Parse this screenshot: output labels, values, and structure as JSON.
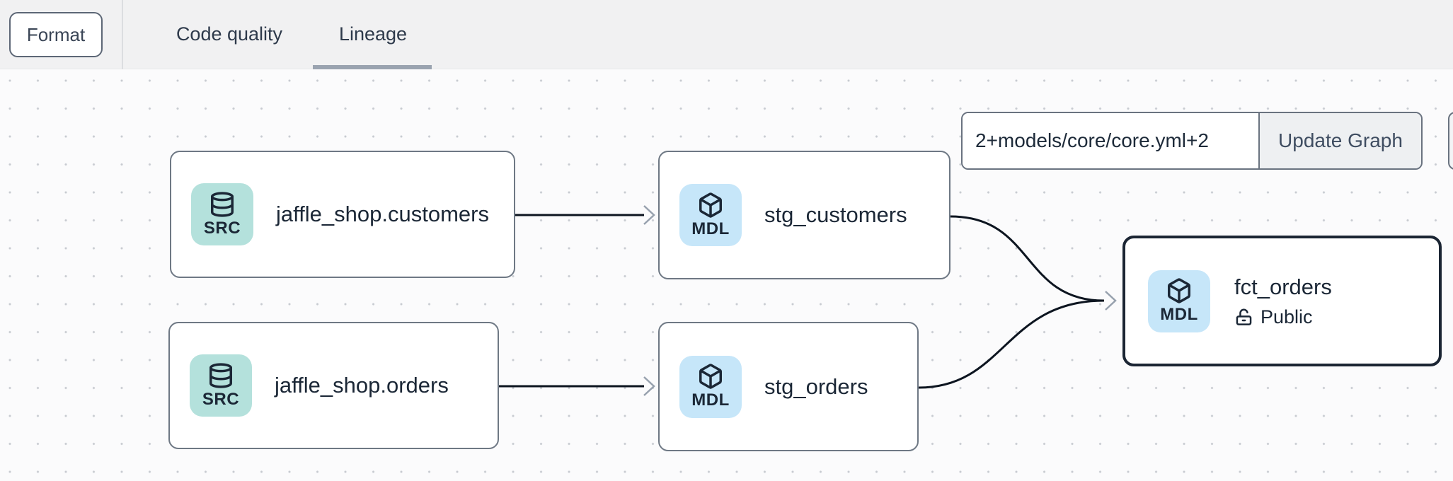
{
  "header": {
    "format_label": "Format",
    "tabs": [
      {
        "label": "Code quality",
        "active": false
      },
      {
        "label": "Lineage",
        "active": true
      }
    ]
  },
  "toolbar": {
    "selector_value": "2+models/core/core.yml+2",
    "update_button_label": "Update Graph"
  },
  "graph": {
    "nodes": [
      {
        "id": "source-customers",
        "type": "SRC",
        "label": "jaffle_shop.customers"
      },
      {
        "id": "source-orders",
        "type": "SRC",
        "label": "jaffle_shop.orders"
      },
      {
        "id": "stg-customers",
        "type": "MDL",
        "label": "stg_customers"
      },
      {
        "id": "stg-orders",
        "type": "MDL",
        "label": "stg_orders"
      },
      {
        "id": "fct-orders",
        "type": "MDL",
        "label": "fct_orders",
        "access_badge": "Public",
        "selected": true
      }
    ],
    "edges": [
      {
        "from": "jaffle_shop.customers",
        "to": "stg_customers"
      },
      {
        "from": "jaffle_shop.orders",
        "to": "stg_orders"
      },
      {
        "from": "stg_customers",
        "to": "fct_orders"
      },
      {
        "from": "stg_orders",
        "to": "fct_orders"
      }
    ]
  },
  "colors": {
    "src_icon_bg": "#b4e1dc",
    "mdl_icon_bg": "#c6e6f9",
    "node_border": "#6e7884",
    "selected_node_border": "#1b2533",
    "edge_stroke": "#0d1520",
    "arrowhead": "#97a1ae",
    "tab_underline": "#9aa3b0",
    "header_bg": "#f1f1f2",
    "canvas_bg": "#fbfbfc"
  }
}
